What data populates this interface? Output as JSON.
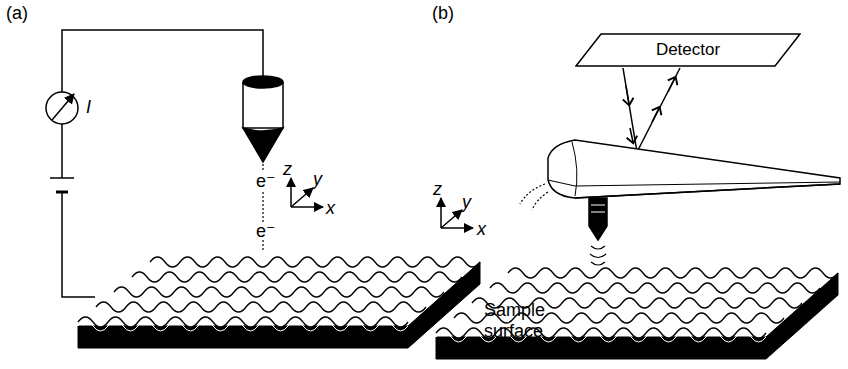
{
  "diagram": {
    "nodes": [
      {
        "text": [
          "Detector"
        ]
      }
    ],
    "edges": [],
    "labels": [
      "(a)",
      "I",
      "e⁻",
      "e⁻",
      "z",
      "y",
      "x",
      "Sample surface",
      "(b)",
      "z",
      "y",
      "x"
    ]
  }
}
